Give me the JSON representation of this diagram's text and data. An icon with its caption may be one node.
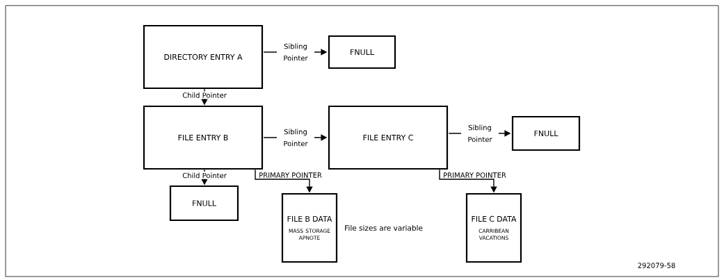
{
  "diagram": {
    "nodes": [
      {
        "text": [
          "DIRECTORY ENTRY A"
        ]
      },
      {
        "text": [
          "FNULL"
        ]
      },
      {
        "text": [
          "FILE ENTRY B"
        ]
      },
      {
        "text": [
          "FILE ENTRY C"
        ]
      },
      {
        "text": [
          "FNULL"
        ]
      },
      {
        "text": [
          "FNULL"
        ]
      },
      {
        "text": [
          "FILE B DATA",
          "MASS STORAGE APNOTE"
        ]
      },
      {
        "text": [
          "FILE C DATA",
          "CARRIBEAN VACATIONS"
        ]
      }
    ],
    "edges": [
      {
        "from": 0,
        "to": 1,
        "arrow": "to",
        "label": "Sibling Pointer"
      },
      {
        "from": 0,
        "to": 2,
        "arrow": "to",
        "label": "Child Pointer"
      },
      {
        "from": 2,
        "to": 3,
        "arrow": "to",
        "label": "Sibling Pointer"
      },
      {
        "from": 3,
        "to": 4,
        "arrow": "to",
        "label": "Sibling Pointer"
      },
      {
        "from": 2,
        "to": 5,
        "arrow": "to",
        "label": "Child Pointer"
      },
      {
        "from": 2,
        "to": 6,
        "arrow": "to",
        "label": "PRIMARY POINTER"
      },
      {
        "from": 3,
        "to": 7,
        "arrow": "to",
        "label": "PRIMARY POINTER"
      }
    ],
    "labels": [
      "File sizes are variable",
      "292079-58"
    ]
  }
}
